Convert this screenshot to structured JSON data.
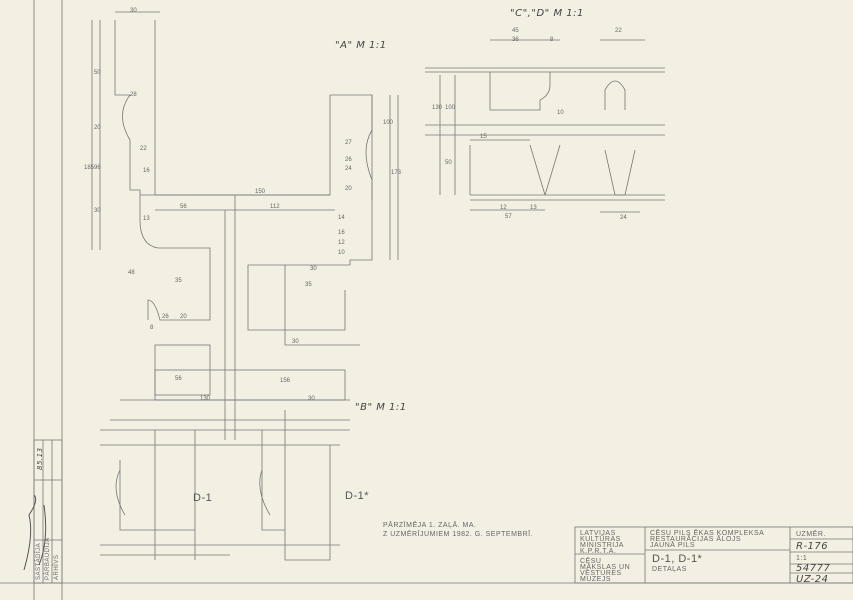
{
  "labels": {
    "section_a": "\"a\" M 1:1",
    "section_b": "\"b\" M 1:1",
    "section_cd": "\"c\",\"d\" M 1:1",
    "d1": "D-1",
    "d1_star": "D-1*"
  },
  "note": {
    "line1": "Pārzīmēja 1. zaļā. Ma.",
    "line2": "Z uzmērījumiem 1982. g. septembrī."
  },
  "title_block": {
    "org1": [
      "Latvijas",
      "Kultūras",
      "Ministrija",
      "K.P.R.T.A."
    ],
    "org2": [
      "Cēsu",
      "Mākslas un",
      "Vēstures",
      "Muzejs"
    ],
    "project": [
      "Cēsu pils ēkas kompleksa",
      "Restaurācijas ālojs",
      "Jaunā pils"
    ],
    "drawing_title": "D-1, D-1*",
    "drawing_subtitle": "Detaļas",
    "code_label": "Uzmēr.",
    "code": "R-176",
    "scale": "1:1",
    "number": "54777",
    "sheet": "UZ-24"
  },
  "side_stamp": {
    "rows": [
      "Sastādīja",
      "Pārbaudīja",
      "Arhīvs"
    ],
    "date": "85.13"
  },
  "dimensions": {
    "top_width": "30",
    "a": [
      "50",
      "28",
      "20",
      "22",
      "16",
      "96",
      "185",
      "30",
      "13",
      "48",
      "35",
      "26",
      "20",
      "8"
    ],
    "center": [
      "150",
      "56",
      "112",
      "30",
      "35",
      "30",
      "56",
      "156",
      "130",
      "30"
    ],
    "right": [
      "27",
      "26",
      "24",
      "20",
      "14",
      "16",
      "10",
      "12",
      "100",
      "173"
    ],
    "cd": [
      "45",
      "36",
      "8",
      "22",
      "15",
      "10",
      "12",
      "13",
      "24",
      "50",
      "100",
      "130",
      "57"
    ]
  },
  "colors": {
    "paper": "#f3efe3",
    "ink": "#6a6a6a"
  }
}
